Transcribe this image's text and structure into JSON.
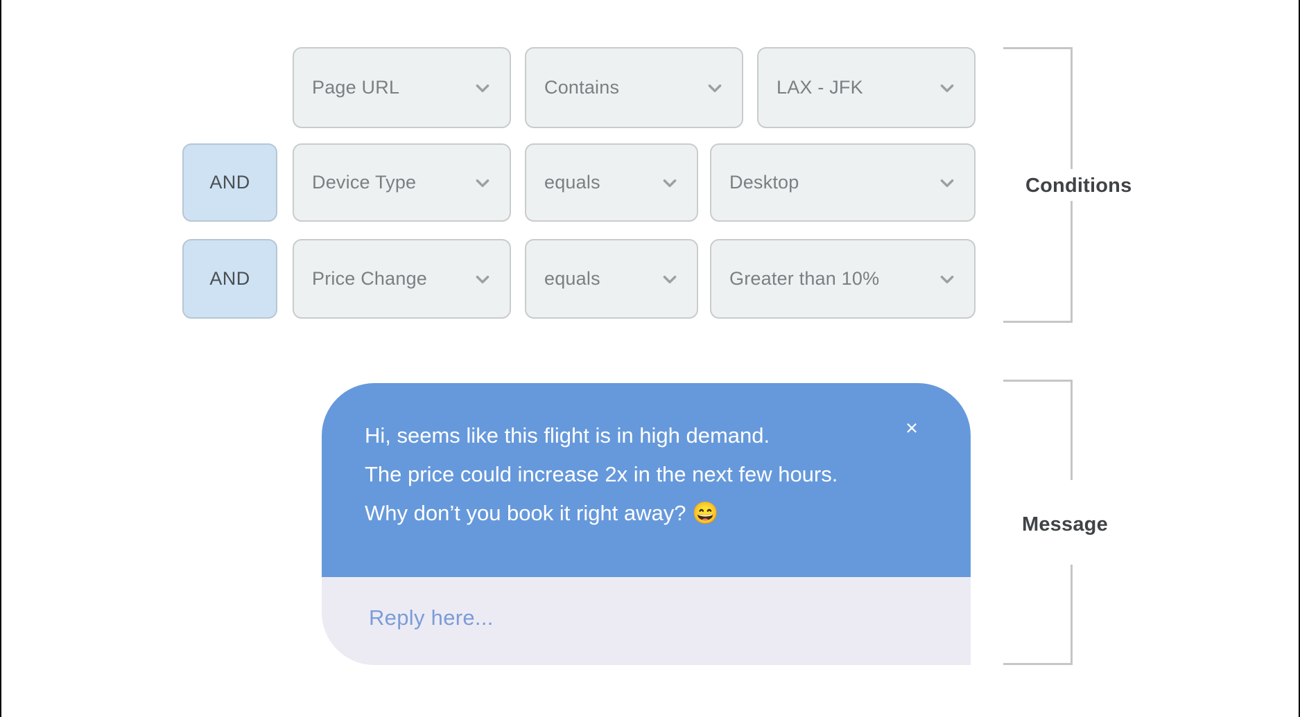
{
  "conditions": {
    "bracket_label": "Conditions",
    "rows": [
      {
        "connector": null,
        "field": "Page URL",
        "operator": "Contains",
        "value": "LAX - JFK"
      },
      {
        "connector": "AND",
        "field": "Device Type",
        "operator": "equals",
        "value": "Desktop"
      },
      {
        "connector": "AND",
        "field": "Price Change",
        "operator": "equals",
        "value": "Greater than 10%"
      }
    ]
  },
  "message": {
    "bracket_label": "Message",
    "close_label": "×",
    "close_icon": "close-icon",
    "lines": [
      "Hi, seems like this flight is in high demand.",
      "The price could increase 2x in the next few hours.",
      "Why don’t you book it right away? 😄"
    ],
    "reply_placeholder": "Reply here..."
  },
  "icons": {
    "chevron_down": "chevron-down-icon"
  },
  "colors": {
    "bubble_blue": "#6699db",
    "reply_lavender": "#ecebf4",
    "and_badge_blue": "#cfe2f3",
    "dropdown_fill": "#eef1f1",
    "dropdown_border": "#c9cccc",
    "bracket_gray": "#c6c6c6",
    "placeholder_blue": "#7b9cd6"
  }
}
